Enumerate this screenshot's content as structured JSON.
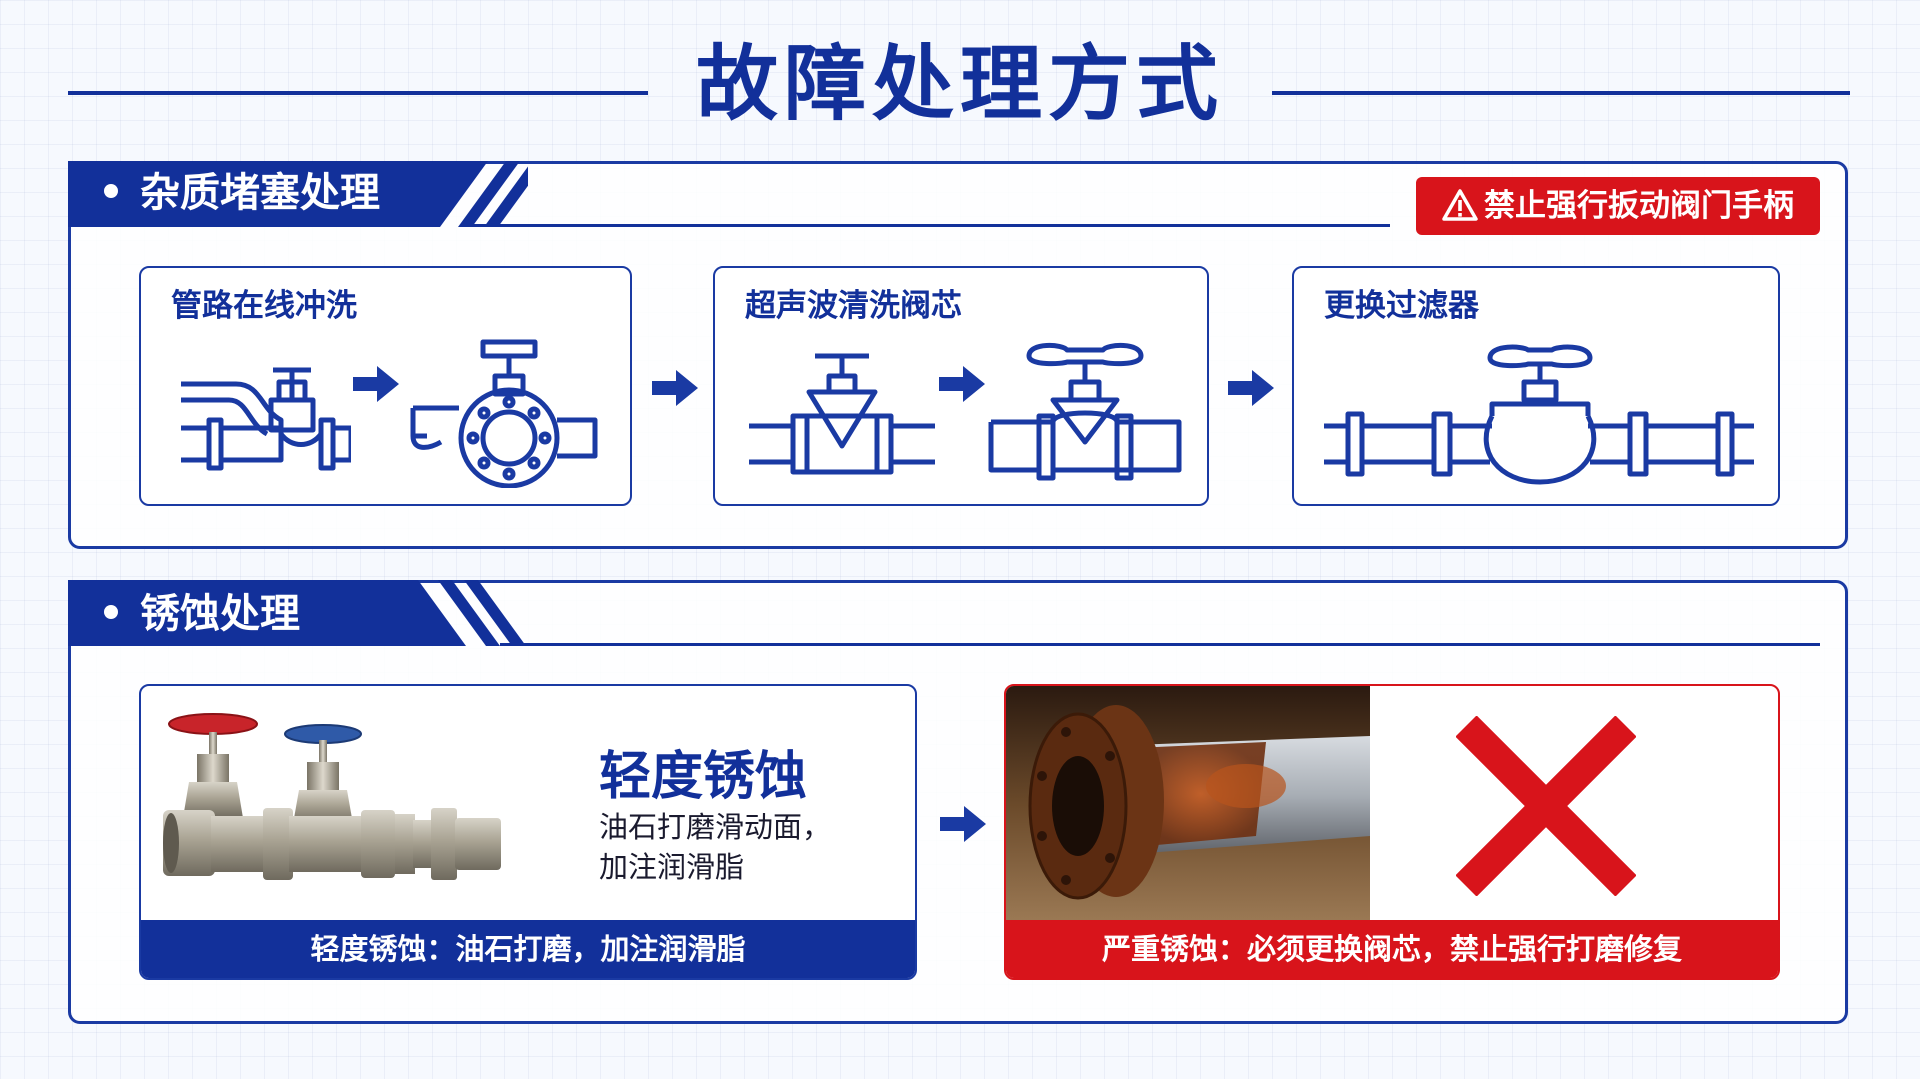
{
  "title": "故障处理方式",
  "section1": {
    "title": "杂质堵塞处理",
    "warning": "禁止强行扳动阀门手柄",
    "steps": [
      {
        "label": "管路在线冲洗"
      },
      {
        "label": "超声波清洗阀芯"
      },
      {
        "label": "更换过滤器"
      }
    ]
  },
  "section2": {
    "title": "锈蚀处理",
    "mild": {
      "heading": "轻度锈蚀",
      "line1": "油石打磨滑动面，",
      "line2": "加注润滑脂",
      "caption": "轻度锈蚀：油石打磨，加注润滑脂"
    },
    "severe": {
      "caption": "严重锈蚀：必须更换阀芯，禁止强行打磨修复"
    }
  },
  "colors": {
    "primary": "#12309a",
    "danger": "#d8141b",
    "background": "#f6f9fe"
  }
}
